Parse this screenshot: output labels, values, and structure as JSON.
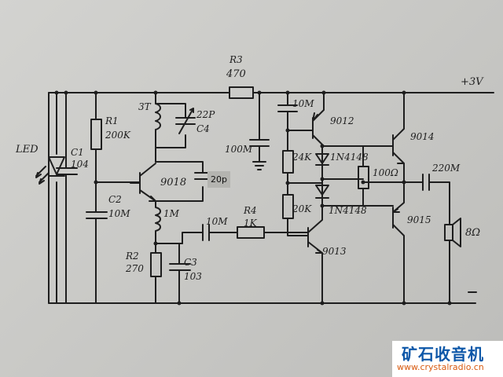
{
  "labels": {
    "vcc": "+3V",
    "gnd": "-",
    "led": "LED",
    "c1": "C1",
    "c1_val": "104",
    "r1": "R1",
    "r1_val": "200K",
    "c2": "C2",
    "c2_val": "10M",
    "l_3t": "3T",
    "c4_val": "22P",
    "c4": "C4",
    "q1": "9018",
    "c_20p": "20p",
    "l_1m": "1M",
    "r2": "R2",
    "r2_val": "270",
    "c3": "C3",
    "c3_val": "103",
    "r3": "R3",
    "r3_val": "470",
    "c_100m": "100M",
    "c_10m_top": "10M",
    "c_10m_mid": "10M",
    "r4": "R4",
    "r4_val": "1K",
    "r_24k": "24K",
    "r_20k": "20K",
    "d1": "1N4148",
    "d2": "1N4148",
    "q_9012": "9012",
    "q_9013": "9013",
    "q_9014": "9014",
    "q_9015": "9015",
    "r_100": "100Ω",
    "c_220m": "220M",
    "spk": "8Ω"
  },
  "watermark": {
    "site_name": "矿石收音机",
    "url": "www.crystalradio.cn"
  }
}
